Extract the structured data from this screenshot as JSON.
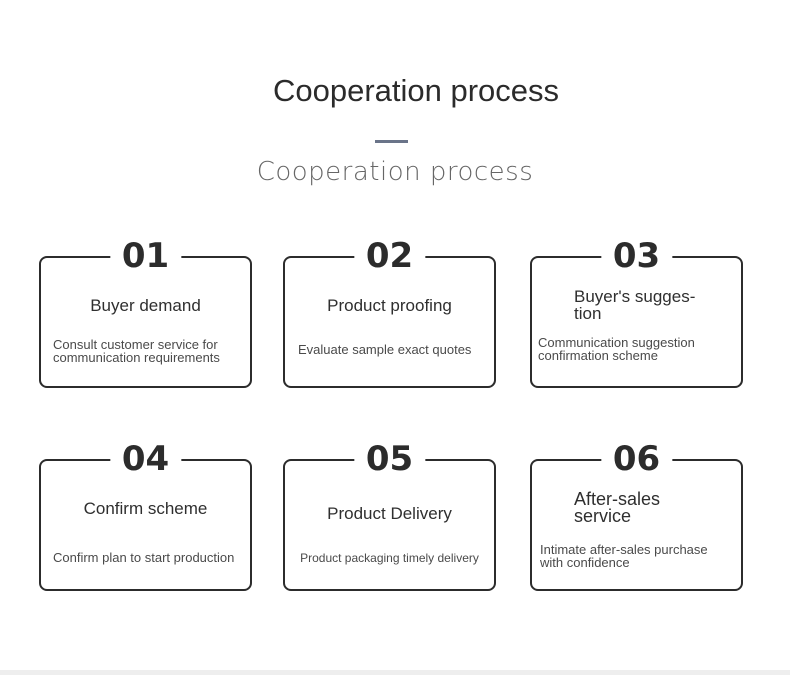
{
  "header": {
    "title": "Cooperation process",
    "subtitle": "Cooperation process"
  },
  "steps": [
    {
      "number": "01",
      "title": "Buyer demand",
      "description": "Consult customer service for communication requirements"
    },
    {
      "number": "02",
      "title": "Product proofing",
      "description": "Evaluate sample exact quotes"
    },
    {
      "number": "03",
      "title": "Buyer's sugges- tion",
      "description": "Communication suggestion confirmation scheme"
    },
    {
      "number": "04",
      "title": "Confirm scheme",
      "description": "Confirm plan to start production"
    },
    {
      "number": "05",
      "title": "Product Delivery",
      "description": "Product packaging timely delivery"
    },
    {
      "number": "06",
      "title": "After-sales service",
      "description": "Intimate after-sales purchase with confidence"
    }
  ],
  "colors": {
    "divider": "#6a7489",
    "border": "#2c2c2c"
  }
}
